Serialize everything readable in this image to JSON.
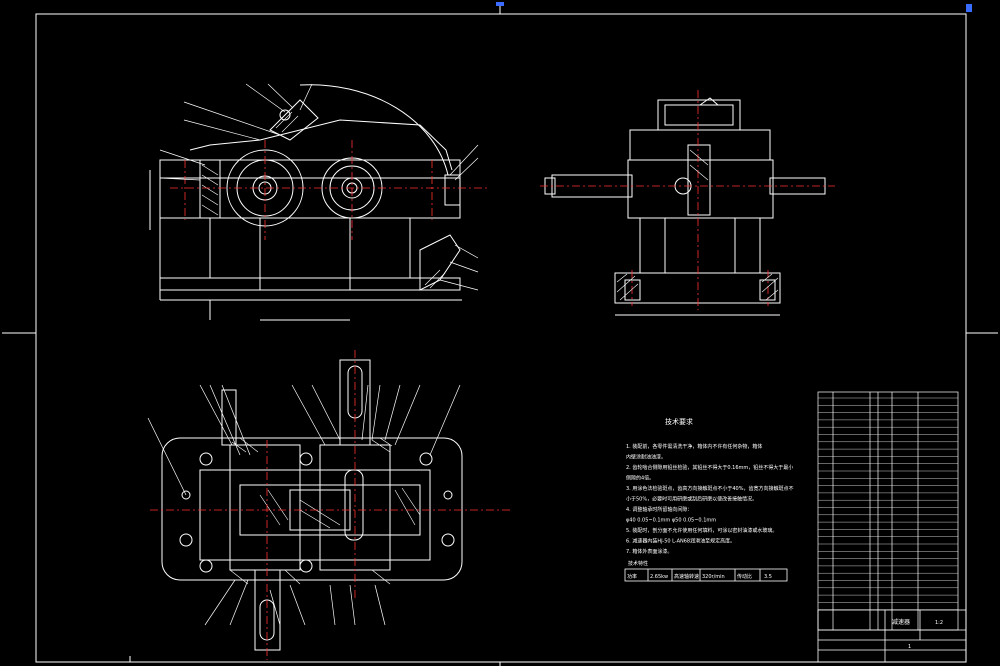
{
  "drawing": {
    "colors": {
      "background": "#000000",
      "line": "#ffffff",
      "center": "#ff3030",
      "accent": "#ffff00",
      "frame": "#ffffff",
      "dim": "#cfcfcf"
    },
    "technical_requirements": {
      "title": "技术要求",
      "items": [
        "1.  装配前，各零件需清洗干净，箱体内不许有任何杂物，箱体",
        "    内壁涂耐油油漆。",
        "2.  齿轮啮合侧隙用铅丝检验，其铅丝不得大于0.16mm，铅丝不得大于最小",
        "    侧隙的4倍。",
        "3.  用涂色法检验斑点，齿高方向接触斑点不小于40%，齿宽方向接触斑点不",
        "    小于50%，必要时可用研磨或刮后研磨以便改善接触情况。",
        "4.  调整轴承时所留轴向间隙：",
        "    φ40 0.05~0.1mm      φ50 0.05~0.1mm",
        "5.  装配时，剖分面不允许使用任何填料，可涂以密封油漆或水玻璃。",
        "6.  减速器内装HJ-50   L-AN68润滑油至规定高度。",
        "7.  箱体外表面涂漆。"
      ],
      "params_title": "技术特性",
      "params": [
        {
          "label": "功率",
          "value": "2.65kw"
        },
        {
          "label": "高速轴转速",
          "value": "320r/min"
        },
        {
          "label": "传动比",
          "value": "3.5"
        }
      ]
    },
    "title_block": {
      "drawing_name": "减速器",
      "scale": "1:2",
      "sheet": "1"
    }
  }
}
